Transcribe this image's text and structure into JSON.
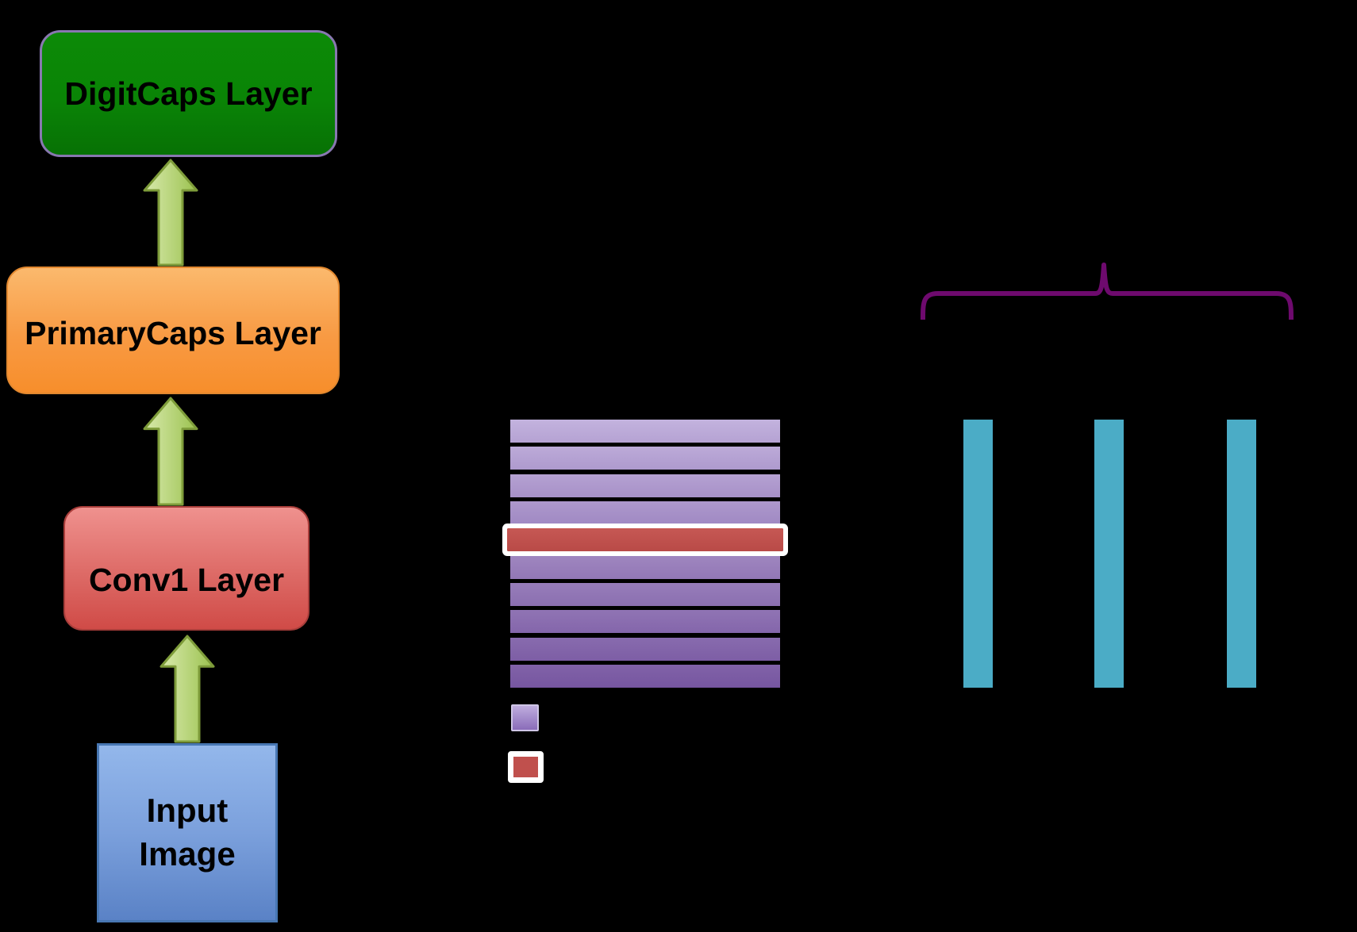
{
  "background_color": "#000000",
  "flow": {
    "digitcaps": {
      "label": "DigitCaps Layer",
      "fill": "#0A8406",
      "border": "#8878B0",
      "text_color": "#000000"
    },
    "primarycaps": {
      "label": "PrimaryCaps Layer",
      "fill_top": "#FBB96D",
      "fill_bottom": "#F78E2B",
      "border": "#E2882F",
      "text_color": "#000000"
    },
    "conv1": {
      "label": "Conv1 Layer",
      "fill_top": "#EF918E",
      "fill_bottom": "#D04B47",
      "border": "#A93E3B",
      "text_color": "#000000"
    },
    "input": {
      "line1": "Input",
      "line2": "Image",
      "fill_top": "#93B7EB",
      "fill_bottom": "#5A82C6",
      "border": "#4877B3",
      "text_color": "#000000"
    },
    "arrow_fill_light": "#D8E9AC",
    "arrow_fill_dark": "#9BC24F",
    "arrow_outline": "#7E9C3A",
    "arrow_count": 3
  },
  "feature_stack": {
    "row_count": 10,
    "highlighted_row": 5,
    "row_color_top": "#C3B3DE",
    "row_color_bottom": "#7656A0",
    "highlight_fill": "#C0504D",
    "highlight_border": "#FFFFFF"
  },
  "legend": {
    "purple_swatch_color": "#A98FC9",
    "red_swatch_color": "#C0504D",
    "red_swatch_border": "#FFFFFF"
  },
  "brace": {
    "color": "#6E0A6E"
  },
  "capsule_bars": {
    "count": 3,
    "color": "#4BACC6"
  }
}
